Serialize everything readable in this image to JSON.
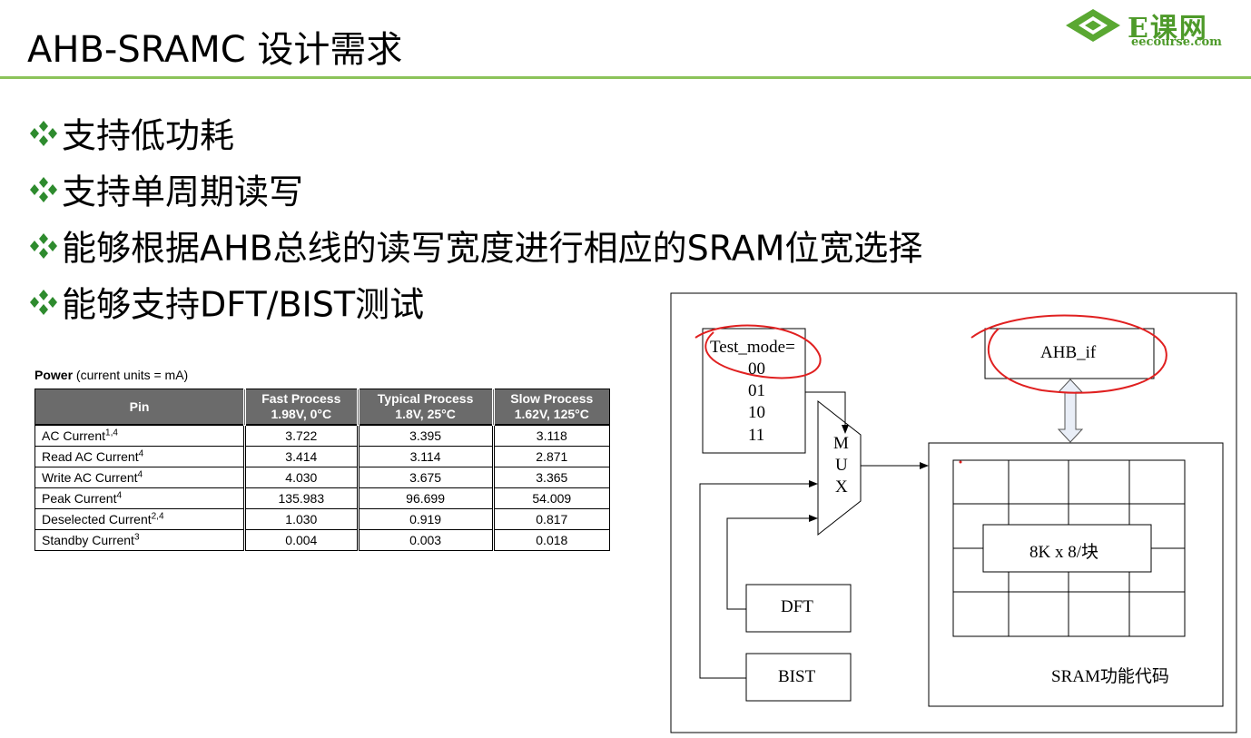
{
  "page": {
    "title": "AHB-SRAMC 设计需求",
    "accent_color": "#8cc35a"
  },
  "logo": {
    "brand": "E课网",
    "sub": "eecourse.com",
    "icon": "diamond-logo-icon",
    "color": "#4e9a2a"
  },
  "bullets": [
    {
      "icon": "four-diamond-bullet-icon",
      "text": "支持低功耗"
    },
    {
      "icon": "four-diamond-bullet-icon",
      "text": "支持单周期读写"
    },
    {
      "icon": "four-diamond-bullet-icon",
      "text": "能够根据AHB总线的读写宽度进行相应的SRAM位宽选择"
    },
    {
      "icon": "four-diamond-bullet-icon",
      "text": "能够支持DFT/BIST测试"
    }
  ],
  "power_table": {
    "caption_bold": "Power",
    "caption_rest": " (current units = mA)",
    "headers": [
      {
        "line1": "Pin",
        "line2": ""
      },
      {
        "line1": "Fast Process",
        "line2": "1.98V, 0°C"
      },
      {
        "line1": "Typical Process",
        "line2": "1.8V, 25°C"
      },
      {
        "line1": "Slow Process",
        "line2": "1.62V, 125°C"
      }
    ],
    "rows": [
      {
        "pin": "AC Current",
        "sup": "1,4",
        "fast": "3.722",
        "typical": "3.395",
        "slow": "3.118"
      },
      {
        "pin": "Read AC Current",
        "sup": "4",
        "fast": "3.414",
        "typical": "3.114",
        "slow": "2.871"
      },
      {
        "pin": "Write AC Current",
        "sup": "4",
        "fast": "4.030",
        "typical": "3.675",
        "slow": "3.365"
      },
      {
        "pin": "Peak Current",
        "sup": "4",
        "fast": "135.983",
        "typical": "96.699",
        "slow": "54.009"
      },
      {
        "pin": "Deselected Current",
        "sup": "2,4",
        "fast": "1.030",
        "typical": "0.919",
        "slow": "0.817"
      },
      {
        "pin": "Standby Current",
        "sup": "3",
        "fast": "0.004",
        "typical": "0.003",
        "slow": "0.018"
      }
    ]
  },
  "diagram": {
    "test_mode_label": "Test_mode=",
    "test_mode_values": [
      "00",
      "01",
      "10",
      "11"
    ],
    "mux_letters": [
      "M",
      "U",
      "X"
    ],
    "ahb_if": "AHB_if",
    "block": "8K x 8/块",
    "dft": "DFT",
    "bist": "BIST",
    "sram_label": "SRAM功能代码",
    "annotation_color": "#e02020"
  }
}
